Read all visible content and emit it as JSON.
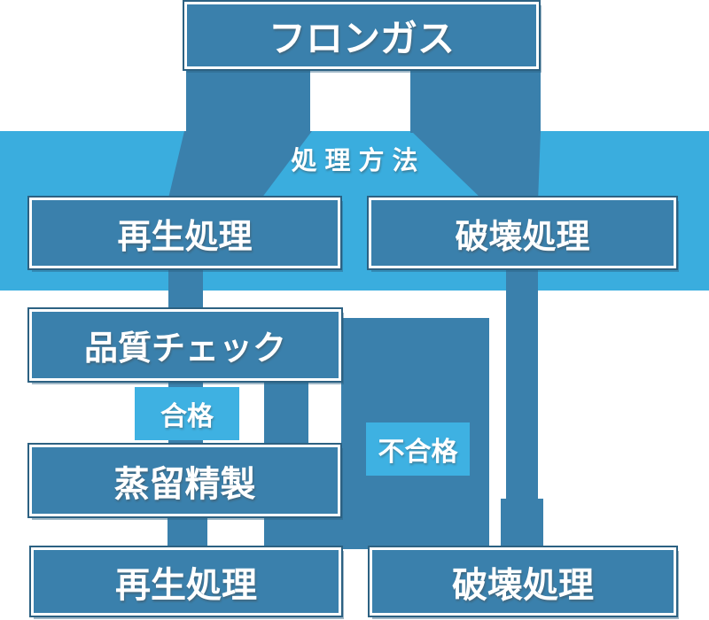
{
  "title": "フロンガス",
  "band": {
    "label": "処理方法",
    "left_box": "再生処理",
    "right_box": "破壊処理"
  },
  "flow": {
    "quality_check": "品質チェック",
    "pass_badge": "合格",
    "fail_badge": "不合格",
    "distillation": "蒸留精製",
    "bottom_left": "再生処理",
    "bottom_right": "破壊処理"
  },
  "colors": {
    "node_fill": "#3a80ac",
    "band_fill": "#3aadde",
    "badge_fill": "#3eb1e2",
    "outline": "#2c6182",
    "text": "#ffffff"
  }
}
